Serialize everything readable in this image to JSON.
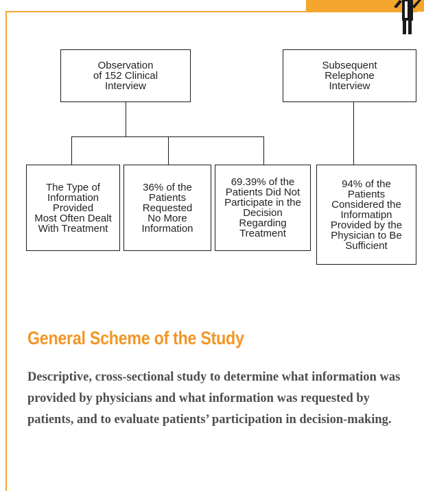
{
  "diagram": {
    "top_left_box": "Observation\nof 152 Clinical\nInterview",
    "top_right_box": "Subsequent\nRelephone\nInterview",
    "results": [
      "The Type of\nInformation\nProvided\nMost Often Dealt\nWith Treatment",
      "36% of the\nPatients\nRequested\nNo More\nInformation",
      "69.39% of the\nPatients Did Not\nParticipate in the\nDecision\nRegarding\nTreatment",
      "94% of the\nPatients\nConsidered the\nInformatipn\nProvided by the\nPhysician to Be\nSufficient"
    ]
  },
  "section": {
    "heading": "General Scheme of the Study",
    "description": "Descriptive, cross-sectional study to determine what information was provided by physicians and what information was requested by patients, and to evaluate patients’ participation in decision-making."
  },
  "colors": {
    "accent": "#f29624",
    "border": "#f4a62e",
    "text": "#4d4d4d"
  },
  "icons": [
    "person-figure-icon"
  ]
}
